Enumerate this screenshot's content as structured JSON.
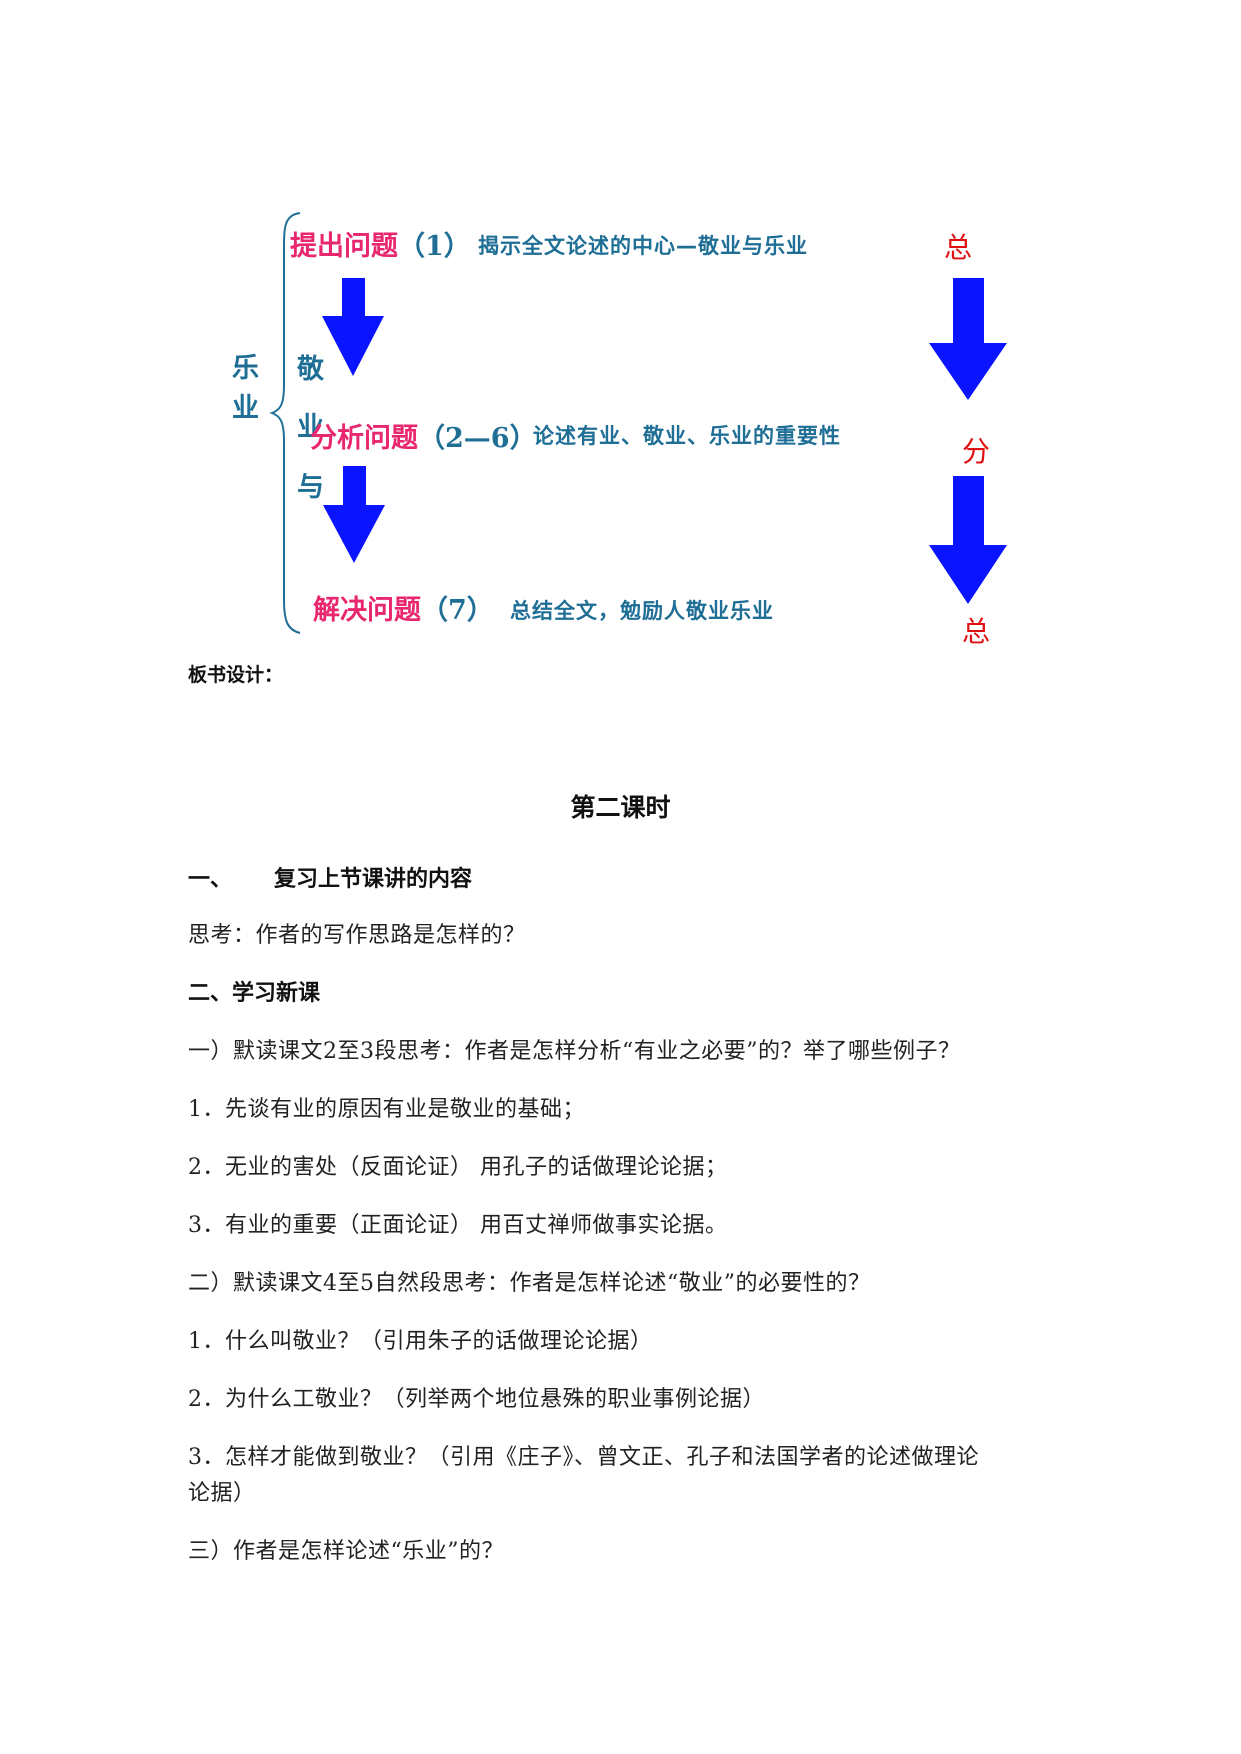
{
  "diagram": {
    "left_label": [
      "乐",
      "业"
    ],
    "middle_label": [
      "敬",
      "业",
      "与"
    ],
    "rows": [
      {
        "title": "提出问题",
        "num": "（1）",
        "desc": "揭示全文论述的中心—敬业与乐业",
        "side": "总"
      },
      {
        "title": "分析问题",
        "num": "（2—6）",
        "desc": "论述有业、敬业、乐业的重要性",
        "side": "分"
      },
      {
        "title": "解决问题",
        "num": "（7）",
        "desc": "总结全文，勉励人敬业乐业",
        "side": "总"
      }
    ],
    "colors": {
      "pink": "#e8276e",
      "teal": "#1f6e96",
      "red": "#e01010",
      "arrow": "#0a14ff"
    }
  },
  "board_design_label": "板书设计：",
  "lesson_title": "第二课时",
  "section1": {
    "num": "一、",
    "title": "复习上节课讲的内容"
  },
  "think": "思考：作者的写作思路是怎样的？",
  "section2": "二、学习新课",
  "paragraphs": [
    "一）默读课文2至3段思考：作者是怎样分析“有业之必要”的？举了哪些例子？",
    "1．先谈有业的原因有业是敬业的基础；",
    "2．无业的害处（反面论证） 用孔子的话做理论论据；",
    "3．有业的重要（正面论证） 用百丈禅师做事实论据。",
    "二）默读课文4至5自然段思考：作者是怎样论述“敬业”的必要性的？",
    "1．什么叫敬业？（引用朱子的话做理论论据）",
    "2．为什么工敬业？（列举两个地位悬殊的职业事例论据）",
    "3．怎样才能做到敬业？（引用《庄子》、曾文正、孔子和法国学者的论述做理论",
    "论据）",
    "三）作者是怎样论述“乐业”的？"
  ]
}
